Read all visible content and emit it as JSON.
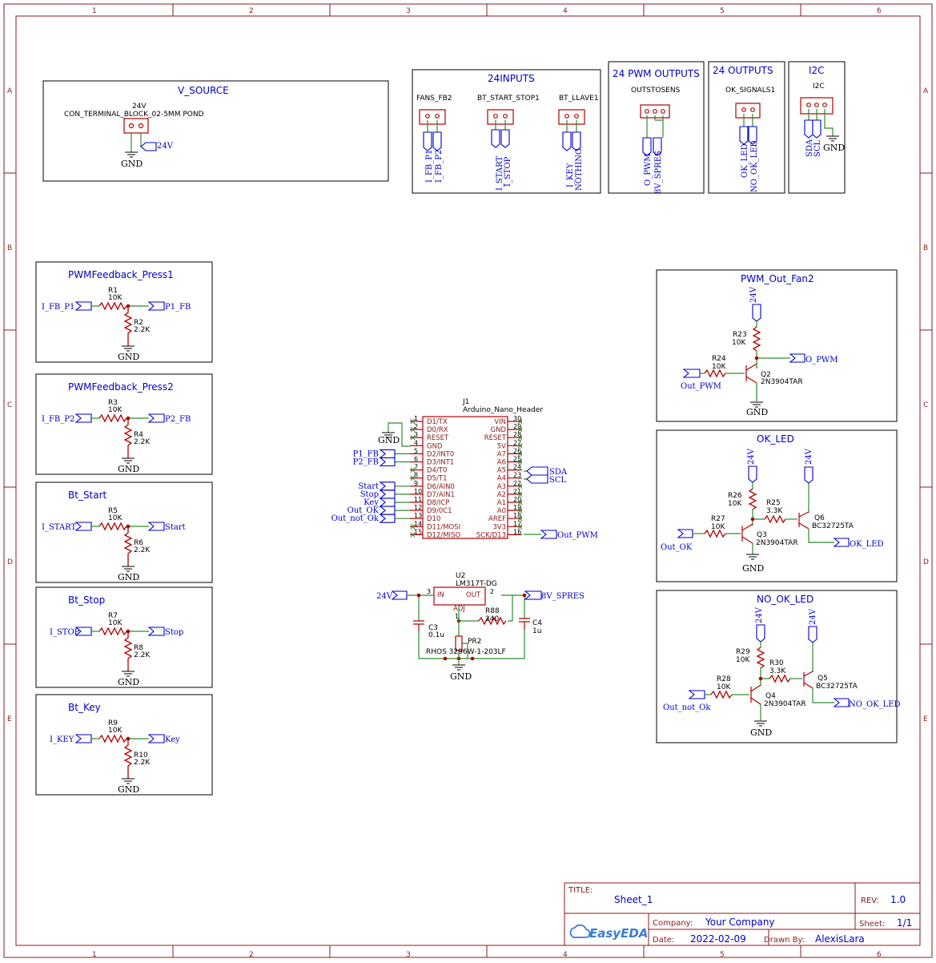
{
  "zones": {
    "cols": [
      "1",
      "2",
      "3",
      "4",
      "5",
      "6"
    ],
    "rows": [
      "A",
      "B",
      "C",
      "D",
      "E"
    ]
  },
  "blocks": {
    "v_source": {
      "title": "V_SOURCE",
      "connector_value": "24V",
      "connector_name": "CON_TERMINAL_BLOCK_02-5MM POND",
      "net": "24V",
      "gnd": "GND"
    },
    "inputs24": {
      "title": "24INPUTS",
      "c1": "FANS_FB2",
      "c2": "BT_START_STOP1",
      "c3": "BT_LLAVE1",
      "n1": "I_FB_P1",
      "n2": "I_FB_P2",
      "n3": "I_START",
      "n4": "I_STOP",
      "n5": "I_KEY",
      "n6": "NOTHING"
    },
    "pwm_outputs": {
      "title": "24 PWM OUTPUTS",
      "c1": "OUTSTOSENS",
      "n1": "O_PWM",
      "n2": "8V_SPRES"
    },
    "outputs24": {
      "title": "24 OUTPUTS",
      "c1": "OK_SIGNALS1",
      "n1": "OK_LED",
      "n2": "NO_OK_LED"
    },
    "i2c": {
      "title": "I2C",
      "c1": "I2C",
      "n1": "SDA",
      "n2": "SCL",
      "gnd": "GND"
    }
  },
  "dividers": [
    {
      "title": "PWMFeedback_Press1",
      "ra": "R1",
      "rav": "10K",
      "rb": "R2",
      "rbv": "2.2K",
      "in": "I_FB_P1",
      "out": "P1_FB",
      "gnd": "GND"
    },
    {
      "title": "PWMFeedback_Press2",
      "ra": "R3",
      "rav": "10K",
      "rb": "R4",
      "rbv": "2.2K",
      "in": "I_FB_P2",
      "out": "P2_FB",
      "gnd": "GND"
    },
    {
      "title": "Bt_Start",
      "ra": "R5",
      "rav": "10K",
      "rb": "R6",
      "rbv": "2.2K",
      "in": "I_START",
      "out": "Start",
      "gnd": "GND"
    },
    {
      "title": "Bt_Stop",
      "ra": "R7",
      "rav": "10K",
      "rb": "R8",
      "rbv": "2.2K",
      "in": "I_STOP",
      "out": "Stop",
      "gnd": "GND"
    },
    {
      "title": "Bt_Key",
      "ra": "R9",
      "rav": "10K",
      "rb": "R10",
      "rbv": "2.2K",
      "in": "I_KEY",
      "out": "Key",
      "gnd": "GND"
    }
  ],
  "arduino": {
    "ref": "J1",
    "name": "Arduino_Nano_Header",
    "left_pins": [
      {
        "num": "1",
        "name": "D1/TX"
      },
      {
        "num": "2",
        "name": "D0/RX"
      },
      {
        "num": "3",
        "name": "RESET"
      },
      {
        "num": "4",
        "name": "GND"
      },
      {
        "num": "5",
        "name": "D2/INT0"
      },
      {
        "num": "6",
        "name": "D3/INT1"
      },
      {
        "num": "7",
        "name": "D4/T0"
      },
      {
        "num": "8",
        "name": "D5/T1"
      },
      {
        "num": "9",
        "name": "D6/AIN0"
      },
      {
        "num": "10",
        "name": "D7/AIN1"
      },
      {
        "num": "11",
        "name": "D8/ICP"
      },
      {
        "num": "12",
        "name": "D9/0C1"
      },
      {
        "num": "13",
        "name": "D10"
      },
      {
        "num": "14",
        "name": "D11/MOSI"
      },
      {
        "num": "15",
        "name": "D12/MISO"
      }
    ],
    "right_pins": [
      {
        "num": "30",
        "name": "VIN"
      },
      {
        "num": "29",
        "name": "GND"
      },
      {
        "num": "28",
        "name": "RESET"
      },
      {
        "num": "27",
        "name": "5V"
      },
      {
        "num": "26",
        "name": "A7"
      },
      {
        "num": "25",
        "name": "A6"
      },
      {
        "num": "24",
        "name": "A5"
      },
      {
        "num": "23",
        "name": "A4"
      },
      {
        "num": "22",
        "name": "A3"
      },
      {
        "num": "21",
        "name": "A2"
      },
      {
        "num": "20",
        "name": "A1"
      },
      {
        "num": "19",
        "name": "A0"
      },
      {
        "num": "18",
        "name": "AREF"
      },
      {
        "num": "17",
        "name": "3V3"
      },
      {
        "num": "16",
        "name": "SCK/D13"
      }
    ],
    "nets": {
      "gnd": "GND",
      "p1": "P1_FB",
      "p2": "P2_FB",
      "start": "Start",
      "stop": "Stop",
      "key": "Key",
      "ok": "Out_OK",
      "nok": "Out_not_Ok",
      "sda": "SDA",
      "scl": "SCL",
      "pwm": "Out_PWM"
    }
  },
  "regulator": {
    "ref": "U2",
    "name": "LM317T-DG",
    "in_label": "IN",
    "out_label": "OUT",
    "adj_label": "ADJ",
    "pin_in": "3",
    "pin_out": "2",
    "pin_adj": "1",
    "net_in": "24V",
    "net_out": "8V_SPRES",
    "c3": "C3",
    "c3v": "0.1u",
    "c4": "C4",
    "c4v": "1u",
    "r88": "R88",
    "r88v": "240",
    "pr2": "PR2",
    "pr2v": "RHOS 3296W-1-203LF",
    "gnd": "GND"
  },
  "pwm_fan": {
    "title": "PWM_Out_Fan2",
    "vcc": "24V",
    "r23": "R23",
    "r23v": "10K",
    "r24": "R24",
    "r24v": "10K",
    "q": "Q2",
    "qv": "2N3904TAR",
    "in": "Out_PWM",
    "out": "O_PWM",
    "gnd": "GND"
  },
  "ok_led": {
    "title": "OK_LED",
    "vcc": "24V",
    "vcc2": "24V",
    "r26": "R26",
    "r26v": "10K",
    "r25": "R25",
    "r25v": "3.3K",
    "r27": "R27",
    "r27v": "10K",
    "q3": "Q3",
    "q3v": "2N3904TAR",
    "q6": "Q6",
    "q6v": "BC32725TA",
    "in": "Out_OK",
    "out": "OK_LED",
    "gnd": "GND"
  },
  "nok_led": {
    "title": "NO_OK_LED",
    "vcc": "24V",
    "vcc2": "24V",
    "r29": "R29",
    "r29v": "10K",
    "r30": "R30",
    "r30v": "3.3K",
    "r28": "R28",
    "r28v": "10K",
    "q4": "Q4",
    "q4v": "2N3904TAR",
    "q5": "Q5",
    "q5v": "BC32725TA",
    "in": "Out_not_Ok",
    "out": "NO_OK_LED",
    "gnd": "GND"
  },
  "title_block": {
    "title_label": "TITLE:",
    "title": "Sheet_1",
    "rev_label": "REV:",
    "rev": "1.0",
    "company_label": "Company:",
    "company": "Your Company",
    "sheet_label": "Sheet:",
    "sheet": "1/1",
    "date_label": "Date:",
    "date": "2022-02-09",
    "drawn_label": "Drawn By:",
    "drawn": "AlexisLara",
    "logo": "EasyEDA"
  }
}
